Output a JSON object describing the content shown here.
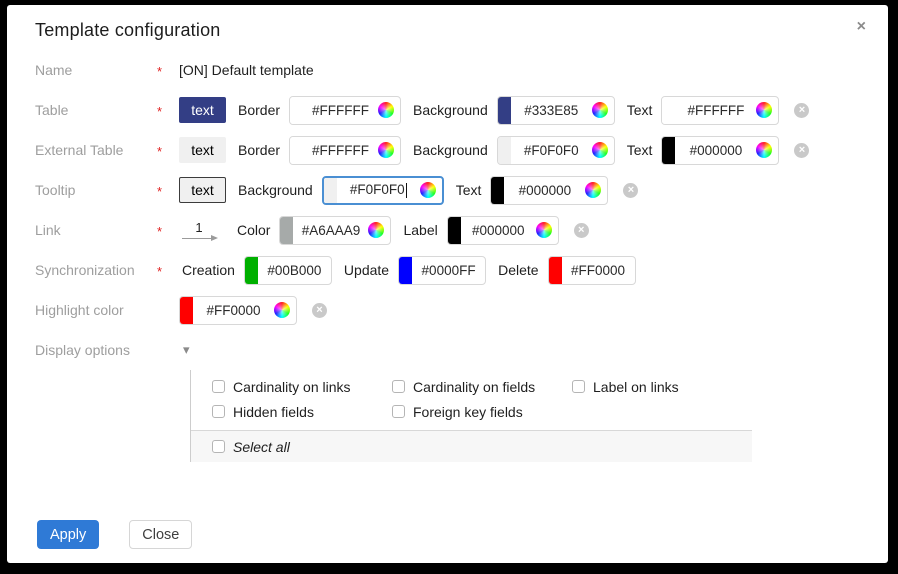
{
  "dialog": {
    "title": "Template configuration",
    "close_icon": "×"
  },
  "form": {
    "name": {
      "label": "Name",
      "required_mark": "*",
      "value": "[ON] Default template"
    },
    "table": {
      "label": "Table",
      "required_mark": "*",
      "preview": {
        "text": "text",
        "bg": "#333E85",
        "color": "#FFFFFF"
      },
      "border": {
        "label": "Border",
        "value": "#FFFFFF",
        "swatch": "#FFFFFF"
      },
      "background": {
        "label": "Background",
        "value": "#333E85",
        "swatch": "#333E85"
      },
      "text": {
        "label": "Text",
        "value": "#FFFFFF",
        "swatch": "#FFFFFF"
      },
      "remove_icon": "×"
    },
    "external_table": {
      "label": "External Table",
      "required_mark": "*",
      "preview": {
        "text": "text",
        "bg": "#F0F0F0",
        "color": "#000000"
      },
      "border": {
        "label": "Border",
        "value": "#FFFFFF",
        "swatch": "#FFFFFF"
      },
      "background": {
        "label": "Background",
        "value": "#F0F0F0",
        "swatch": "#F0F0F0"
      },
      "text": {
        "label": "Text",
        "value": "#000000",
        "swatch": "#000000"
      },
      "remove_icon": "×"
    },
    "tooltip": {
      "label": "Tooltip",
      "required_mark": "*",
      "preview": {
        "text": "text",
        "bg": "#F0F0F0",
        "color": "#000000"
      },
      "background": {
        "label": "Background",
        "value": "#F0F0F0",
        "swatch": "#F0F0F0"
      },
      "text": {
        "label": "Text",
        "value": "#000000",
        "swatch": "#000000"
      },
      "remove_icon": "×"
    },
    "link": {
      "label": "Link",
      "required_mark": "*",
      "preview": {
        "text": "1"
      },
      "color": {
        "label": "Color",
        "value": "#A6AAA9",
        "swatch": "#A6AAA9"
      },
      "link_label": {
        "label": "Label",
        "value": "#000000",
        "swatch": "#000000"
      },
      "remove_icon": "×"
    },
    "synchronization": {
      "label": "Synchronization",
      "required_mark": "*",
      "creation": {
        "label": "Creation",
        "value": "#00B000",
        "swatch": "#00B000"
      },
      "update": {
        "label": "Update",
        "value": "#0000FF",
        "swatch": "#0000FF"
      },
      "delete": {
        "label": "Delete",
        "value": "#FF0000",
        "swatch": "#FF0000"
      }
    },
    "highlight": {
      "label": "Highlight color",
      "value": "#FF0000",
      "swatch": "#FF0000",
      "remove_icon": "×"
    },
    "display_options": {
      "label": "Display options",
      "collapse_icon": "▾",
      "checkboxes": [
        {
          "label": "Cardinality on links",
          "checked": false
        },
        {
          "label": "Cardinality on fields",
          "checked": false
        },
        {
          "label": "Label on links",
          "checked": false
        },
        {
          "label": "Hidden fields",
          "checked": false
        },
        {
          "label": "Foreign key fields",
          "checked": false
        }
      ],
      "select_all_label": "Select all"
    }
  },
  "footer": {
    "apply_label": "Apply",
    "close_label": "Close"
  },
  "colors": {
    "accent_blue": "#2F7AD6",
    "focus_border": "#4A8FD3",
    "required_red": "#E02020"
  }
}
